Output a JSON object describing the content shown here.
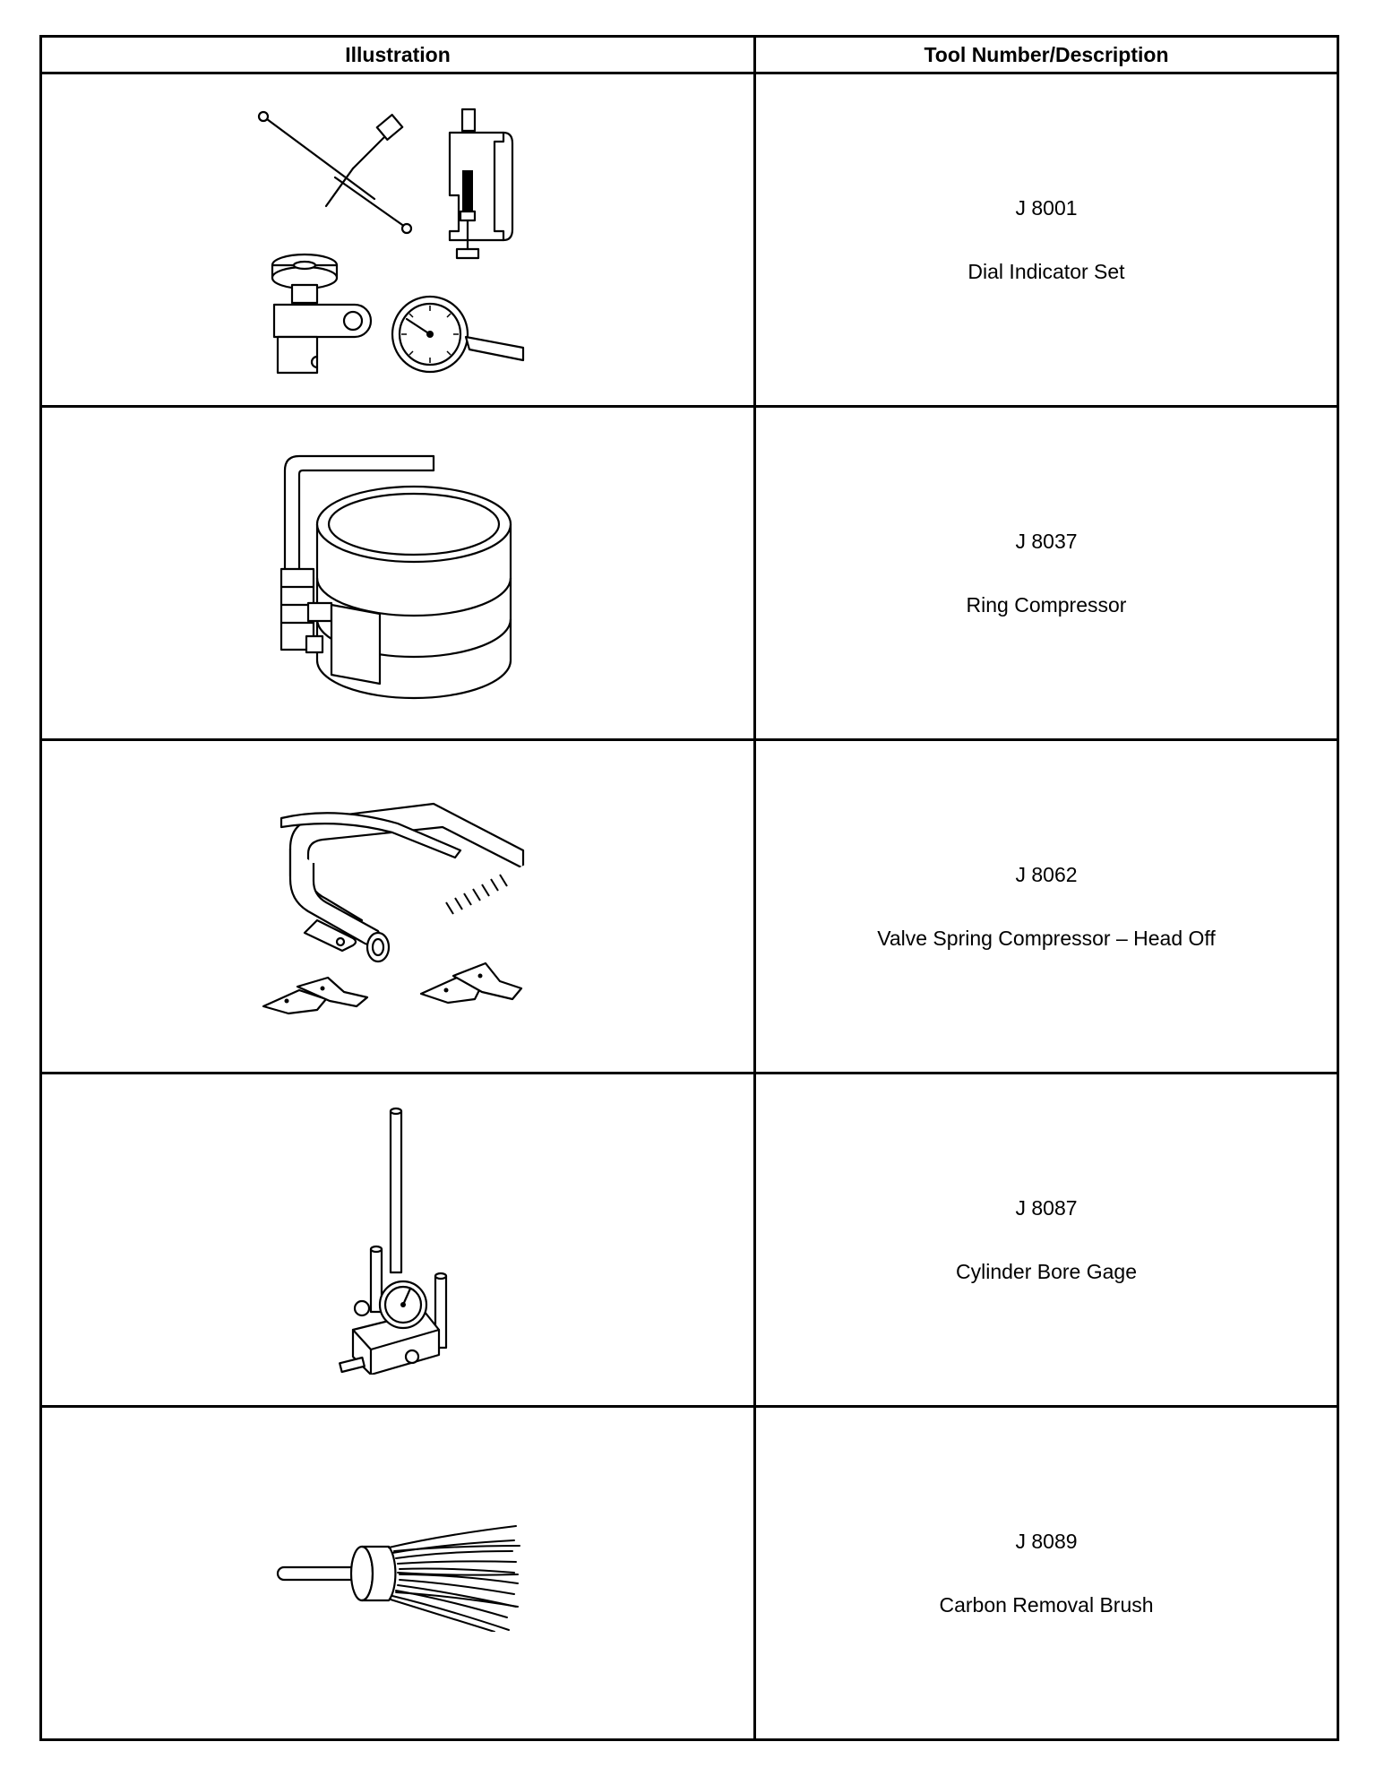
{
  "table": {
    "headers": {
      "illustration": "Illustration",
      "tool": "Tool Number/Description"
    },
    "rows": [
      {
        "number": "J 8001",
        "description": "Dial Indicator Set",
        "icon": "dial-indicator-set-illustration"
      },
      {
        "number": "J 8037",
        "description": "Ring Compressor",
        "icon": "ring-compressor-illustration"
      },
      {
        "number": "J 8062",
        "description": "Valve Spring Compressor – Head Off",
        "icon": "valve-spring-compressor-illustration"
      },
      {
        "number": "J 8087",
        "description": "Cylinder Bore Gage",
        "icon": "cylinder-bore-gage-illustration"
      },
      {
        "number": "J 8089",
        "description": "Carbon Removal Brush",
        "icon": "carbon-removal-brush-illustration"
      }
    ]
  }
}
